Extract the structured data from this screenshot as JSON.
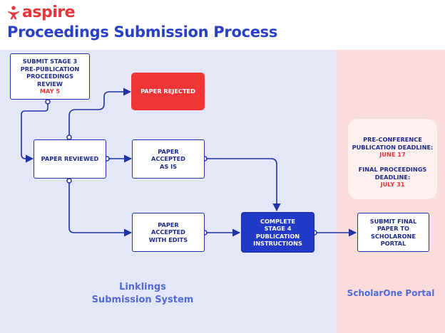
{
  "brand": {
    "name": "aspire",
    "color": "#e8353a"
  },
  "page_title": "Proceedings Submission Process",
  "nodes": {
    "submit_stage3": {
      "lines": [
        "Submit Stage 3",
        "Pre-Publication",
        "Proceedings",
        "Review"
      ],
      "date": "May 5"
    },
    "paper_rejected": {
      "label": "Paper Rejected"
    },
    "paper_reviewed": {
      "label": "Paper Reviewed"
    },
    "accepted_as_is": {
      "lines": [
        "Paper",
        "Accepted",
        "As Is"
      ]
    },
    "accepted_with_edits": {
      "lines": [
        "Paper",
        "Accepted",
        "With Edits"
      ]
    },
    "complete_stage4": {
      "lines": [
        "Complete",
        "Stage 4",
        "Publication",
        "Instructions"
      ]
    },
    "submit_final": {
      "lines": [
        "Submit Final",
        "Paper to",
        "ScholarOne",
        "Portal"
      ]
    }
  },
  "deadlines": {
    "pre_conference": {
      "lines": [
        "Pre-Conference",
        "Publication Deadline:"
      ],
      "date": "June 17"
    },
    "final_proceedings": {
      "lines": [
        "Final Proceedings",
        "Deadline:"
      ],
      "date": "July 31"
    }
  },
  "regions": {
    "left": {
      "lines": [
        "Linklings",
        "Submission System"
      ]
    },
    "right": {
      "label": "ScholarOne Portal"
    }
  },
  "colors": {
    "accent_blue": "#2238c6",
    "accent_red": "#ef3535",
    "left_panel": "#e4e7f8",
    "right_panel": "#fbdcdc"
  }
}
